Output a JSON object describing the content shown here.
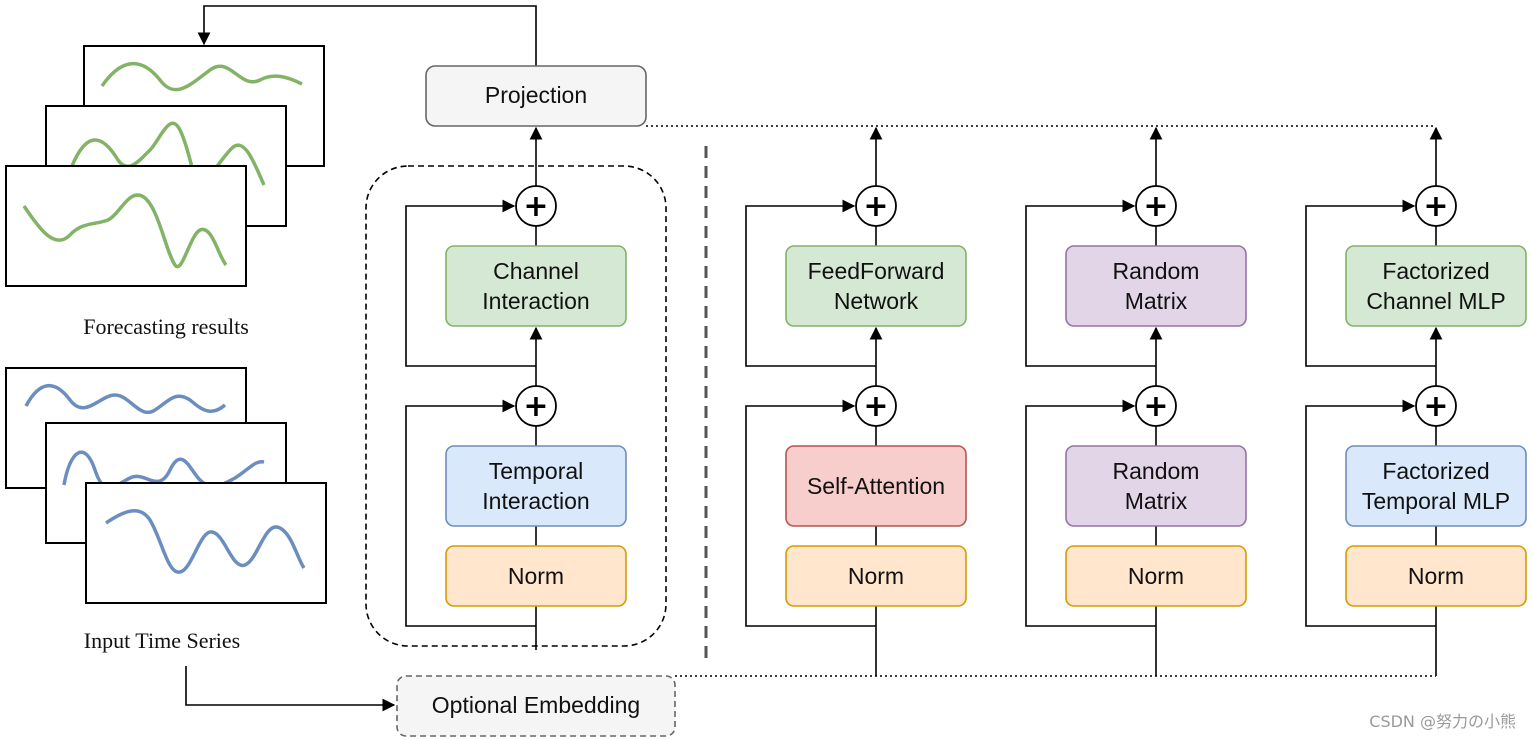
{
  "forecast_caption": "Forecasting results",
  "input_caption": "Input Time Series",
  "projection_label": "Projection",
  "embedding_label": "Optional Embedding",
  "watermark": "CSDN @努力の小熊",
  "plus_symbol": "+",
  "colors": {
    "green_fill": "#d5e8d4",
    "green_stroke": "#82b366",
    "blue_fill": "#dae8fc",
    "blue_stroke": "#6c8ebf",
    "orange_fill": "#ffe6cc",
    "orange_stroke": "#d79b00",
    "purple_fill": "#e1d5e7",
    "purple_stroke": "#9673a6",
    "red_fill": "#f8cecc",
    "red_stroke": "#b85450",
    "gray_fill": "#f5f5f5",
    "gray_stroke": "#666666",
    "forecast_line": "#82b366",
    "input_line": "#6c8ebf"
  },
  "columns": [
    {
      "id": "generic",
      "top_label": [
        "Channel",
        "Interaction"
      ],
      "bottom_label": [
        "Temporal",
        "Interaction"
      ],
      "norm_label": "Norm",
      "top_color": "green",
      "bottom_color": "blue"
    },
    {
      "id": "transformer",
      "top_label": [
        "FeedForward",
        "Network"
      ],
      "bottom_label": [
        "Self-Attention"
      ],
      "norm_label": "Norm",
      "top_color": "green",
      "bottom_color": "red"
    },
    {
      "id": "random",
      "top_label": [
        "Random",
        "Matrix"
      ],
      "bottom_label": [
        "Random",
        "Matrix"
      ],
      "norm_label": "Norm",
      "top_color": "purple",
      "bottom_color": "purple"
    },
    {
      "id": "factorized",
      "top_label": [
        "Factorized",
        "Channel MLP"
      ],
      "bottom_label": [
        "Factorized",
        "Temporal MLP"
      ],
      "norm_label": "Norm",
      "top_color": "green",
      "bottom_color": "blue"
    }
  ]
}
